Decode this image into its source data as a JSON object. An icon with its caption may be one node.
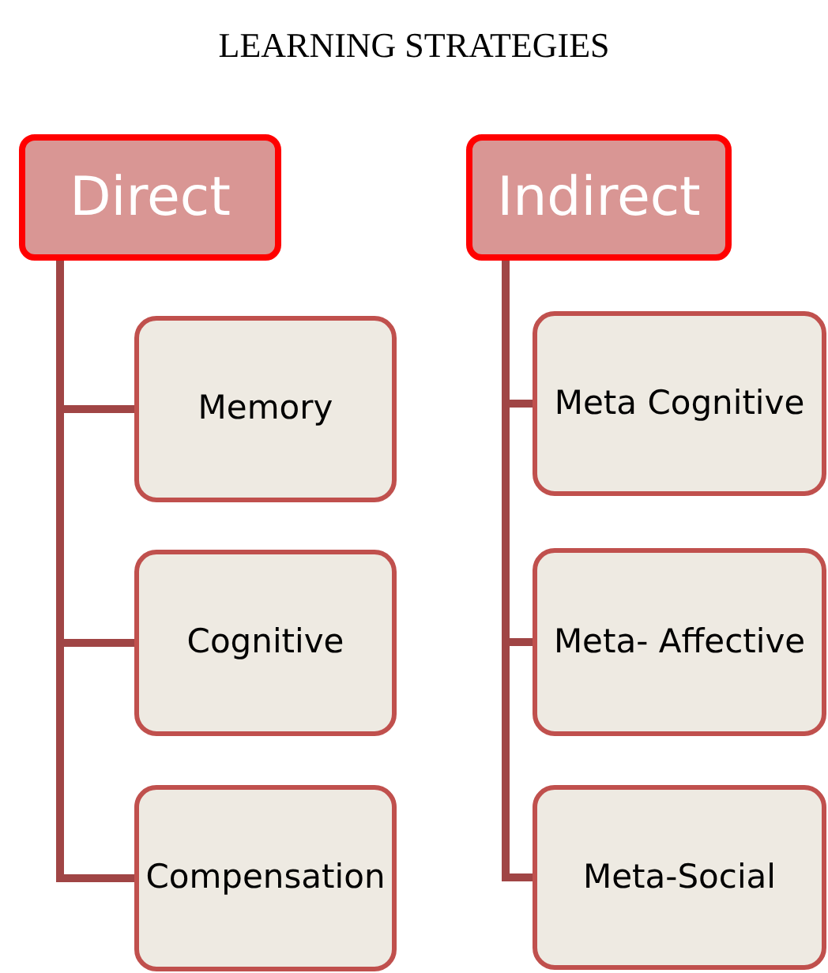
{
  "diagram": {
    "title": "LEARNING STRATEGIES",
    "nodes": [
      {
        "text": [
          "Direct"
        ]
      },
      {
        "text": [
          "Memory"
        ]
      },
      {
        "text": [
          "Cognitive"
        ]
      },
      {
        "text": [
          "Compensation"
        ]
      },
      {
        "text": [
          "Indirect"
        ]
      },
      {
        "text": [
          "Meta Cognitive"
        ]
      },
      {
        "text": [
          "Meta- Affective"
        ]
      },
      {
        "text": [
          "Meta-Social"
        ]
      }
    ],
    "edges": [
      {
        "from": 0,
        "to": 1,
        "arrow": "none"
      },
      {
        "from": 0,
        "to": 2,
        "arrow": "none"
      },
      {
        "from": 0,
        "to": 3,
        "arrow": "none"
      },
      {
        "from": 4,
        "to": 5,
        "arrow": "none"
      },
      {
        "from": 4,
        "to": 6,
        "arrow": "none"
      },
      {
        "from": 4,
        "to": 7,
        "arrow": "none"
      }
    ]
  }
}
